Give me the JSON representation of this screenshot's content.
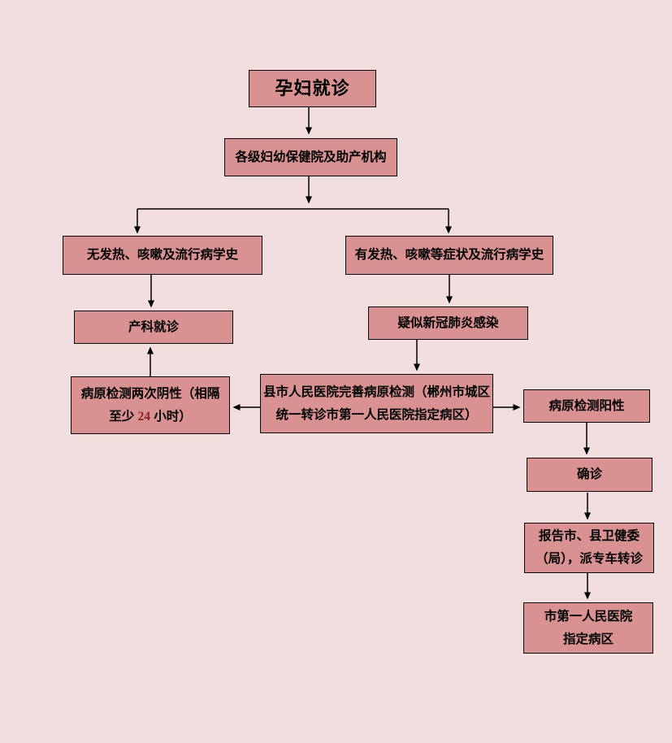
{
  "page": {
    "background_color": "#f2dede",
    "node_fill_color": "#da9191",
    "node_border_color": "#000000",
    "arrow_color": "#000000"
  },
  "diagram": {
    "type": "flowchart",
    "nodes": {
      "start": {
        "label": "孕妇就诊"
      },
      "institutions": {
        "label": "各级妇幼保健院及助产机构"
      },
      "no_symptoms": {
        "label": "无发热、咳嗽及流行病学史"
      },
      "symptoms": {
        "label": "有发热、咳嗽等症状及流行病学史"
      },
      "obstetric_visit": {
        "label": "产科就诊"
      },
      "suspected": {
        "label": "疑似新冠肺炎感染"
      },
      "negative_test": {
        "line1": "病原检测两次阴性（相隔",
        "line2_pre": "至少 ",
        "line2_num": "24",
        "line2_post": " 小时）"
      },
      "county_hospital": {
        "line1": "县市人民医院完善病原检测（郴州市城区",
        "line2": "统一转诊市第一人民医院指定病区）"
      },
      "positive_test": {
        "label": "病原检测阳性"
      },
      "confirmed": {
        "label": "确诊"
      },
      "report": {
        "line1": "报告市、县卫健委",
        "line2": "（局），派专车转诊"
      },
      "designated_ward": {
        "line1": "市第一人民医院",
        "line2": "指定病区"
      }
    }
  }
}
